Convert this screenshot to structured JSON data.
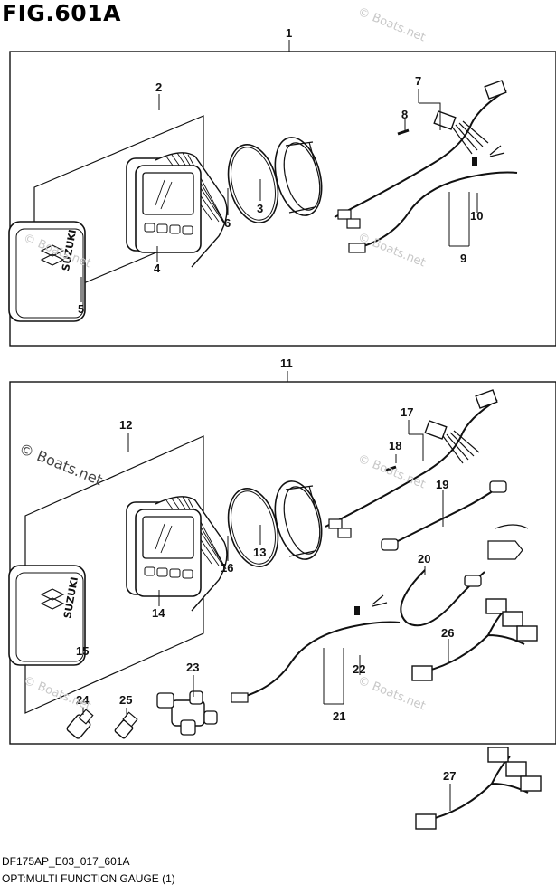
{
  "figure": {
    "title": "FIG.601A",
    "footer_code": "DF175AP_E03_017_601A",
    "footer_title": "OPT:MULTI FUNCTION GAUGE (1)",
    "watermark": "© Boats.net",
    "logo_text": "SUZUKI"
  },
  "callouts": {
    "c1": "1",
    "c2": "2",
    "c3": "3",
    "c4": "4",
    "c5": "5",
    "c6": "6",
    "c7": "7",
    "c8": "8",
    "c9": "9",
    "c10": "10",
    "c11": "11",
    "c12": "12",
    "c13": "13",
    "c14": "14",
    "c15": "15",
    "c16": "16",
    "c17": "17",
    "c18": "18",
    "c19": "19",
    "c20": "20",
    "c21": "21",
    "c22": "22",
    "c23": "23",
    "c24": "24",
    "c25": "25",
    "c26": "26",
    "c27": "27"
  }
}
